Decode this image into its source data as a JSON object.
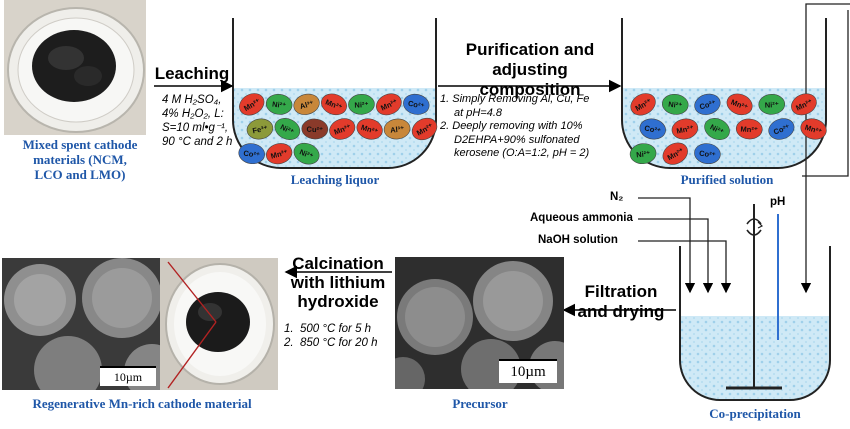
{
  "captions": {
    "mixed": [
      "Mixed spent cathode",
      "materials (NCM,",
      "LCO and LMO)"
    ],
    "leaching_liquor": "Leaching liquor",
    "purified": "Purified solution",
    "coprecip": "Co-precipitation",
    "precursor": "Precursor",
    "regenerative": "Regenerative Mn-rich cathode material"
  },
  "steps": {
    "leaching": {
      "title": "Leaching",
      "conditions": [
        "4 M H₂SO₄,",
        "4% H₂O₂, L:",
        "S=10 ml•g⁻¹,",
        "90 °C and 2 h"
      ]
    },
    "purification": {
      "title": [
        "Purification and",
        "adjusting composition"
      ],
      "items": [
        {
          "num": "1.",
          "lines": [
            "Simply Removing Al, Cu, Fe",
            "at pH=4.8"
          ]
        },
        {
          "num": "2.",
          "lines": [
            "Deeply removing with 10%",
            "D2EHPA+90% sulfonated",
            "kerosene (O:A=1:2, pH = 2)"
          ]
        }
      ]
    },
    "filtration": {
      "title": [
        "Filtration",
        "and drying"
      ]
    },
    "calcination": {
      "title": [
        "Calcination",
        "with lithium",
        "hydroxide"
      ],
      "items": [
        {
          "num": "1.",
          "text": "500 °C for 5 h"
        },
        {
          "num": "2.",
          "text": "850 °C for 20 h"
        }
      ]
    }
  },
  "inputs": {
    "n2": "N₂",
    "ammonia": "Aqueous ammonia",
    "naoh": "NaOH solution",
    "ph": "pH"
  },
  "scale_bars": {
    "precursor": "10µm",
    "regen": "10µm"
  },
  "ions": {
    "leaching": [
      {
        "label": "Mn²⁺",
        "color": "#e23b2b"
      },
      {
        "label": "Ni²⁺",
        "color": "#34a84a"
      },
      {
        "label": "Al³⁺",
        "color": "#c8873a"
      },
      {
        "label": "Mn²⁺",
        "color": "#e23b2b"
      },
      {
        "label": "Ni²⁺",
        "color": "#34a84a"
      },
      {
        "label": "Mn²⁺",
        "color": "#e23b2b"
      },
      {
        "label": "Co²⁺",
        "color": "#2f6fd0"
      },
      {
        "label": "Fe³⁺",
        "color": "#8c9a3a"
      },
      {
        "label": "Ni²⁺",
        "color": "#34a84a"
      },
      {
        "label": "Cu²⁺",
        "color": "#8a3a2a"
      },
      {
        "label": "Mn²⁺",
        "color": "#e23b2b"
      },
      {
        "label": "Mn²⁺",
        "color": "#e23b2b"
      },
      {
        "label": "Al³⁺",
        "color": "#c8873a"
      },
      {
        "label": "Mn²⁺",
        "color": "#e23b2b"
      },
      {
        "label": "Co²⁺",
        "color": "#2f6fd0"
      },
      {
        "label": "Mn²⁺",
        "color": "#e23b2b"
      },
      {
        "label": "Ni²⁺",
        "color": "#34a84a"
      }
    ],
    "purified": [
      {
        "label": "Mn²⁺",
        "color": "#e23b2b"
      },
      {
        "label": "Ni²⁺",
        "color": "#34a84a"
      },
      {
        "label": "Co²⁺",
        "color": "#2f6fd0"
      },
      {
        "label": "Mn²⁺",
        "color": "#e23b2b"
      },
      {
        "label": "Ni²⁺",
        "color": "#34a84a"
      },
      {
        "label": "Mn²⁺",
        "color": "#e23b2b"
      },
      {
        "label": "Co²⁺",
        "color": "#2f6fd0"
      },
      {
        "label": "Mn²⁺",
        "color": "#e23b2b"
      },
      {
        "label": "Ni²⁺",
        "color": "#34a84a"
      },
      {
        "label": "Mn²⁺",
        "color": "#e23b2b"
      },
      {
        "label": "Co²⁺",
        "color": "#2f6fd0"
      },
      {
        "label": "Mn²⁺",
        "color": "#e23b2b"
      },
      {
        "label": "Ni²⁺",
        "color": "#34a84a"
      },
      {
        "label": "Mn²⁺",
        "color": "#e23b2b"
      },
      {
        "label": "Co²⁺",
        "color": "#2f6fd0"
      }
    ]
  },
  "colors": {
    "caption": "#1f57a8",
    "liquid": "#cfe9f6",
    "liquid_dots": "#9fd0ea",
    "connector": "#b22222"
  }
}
